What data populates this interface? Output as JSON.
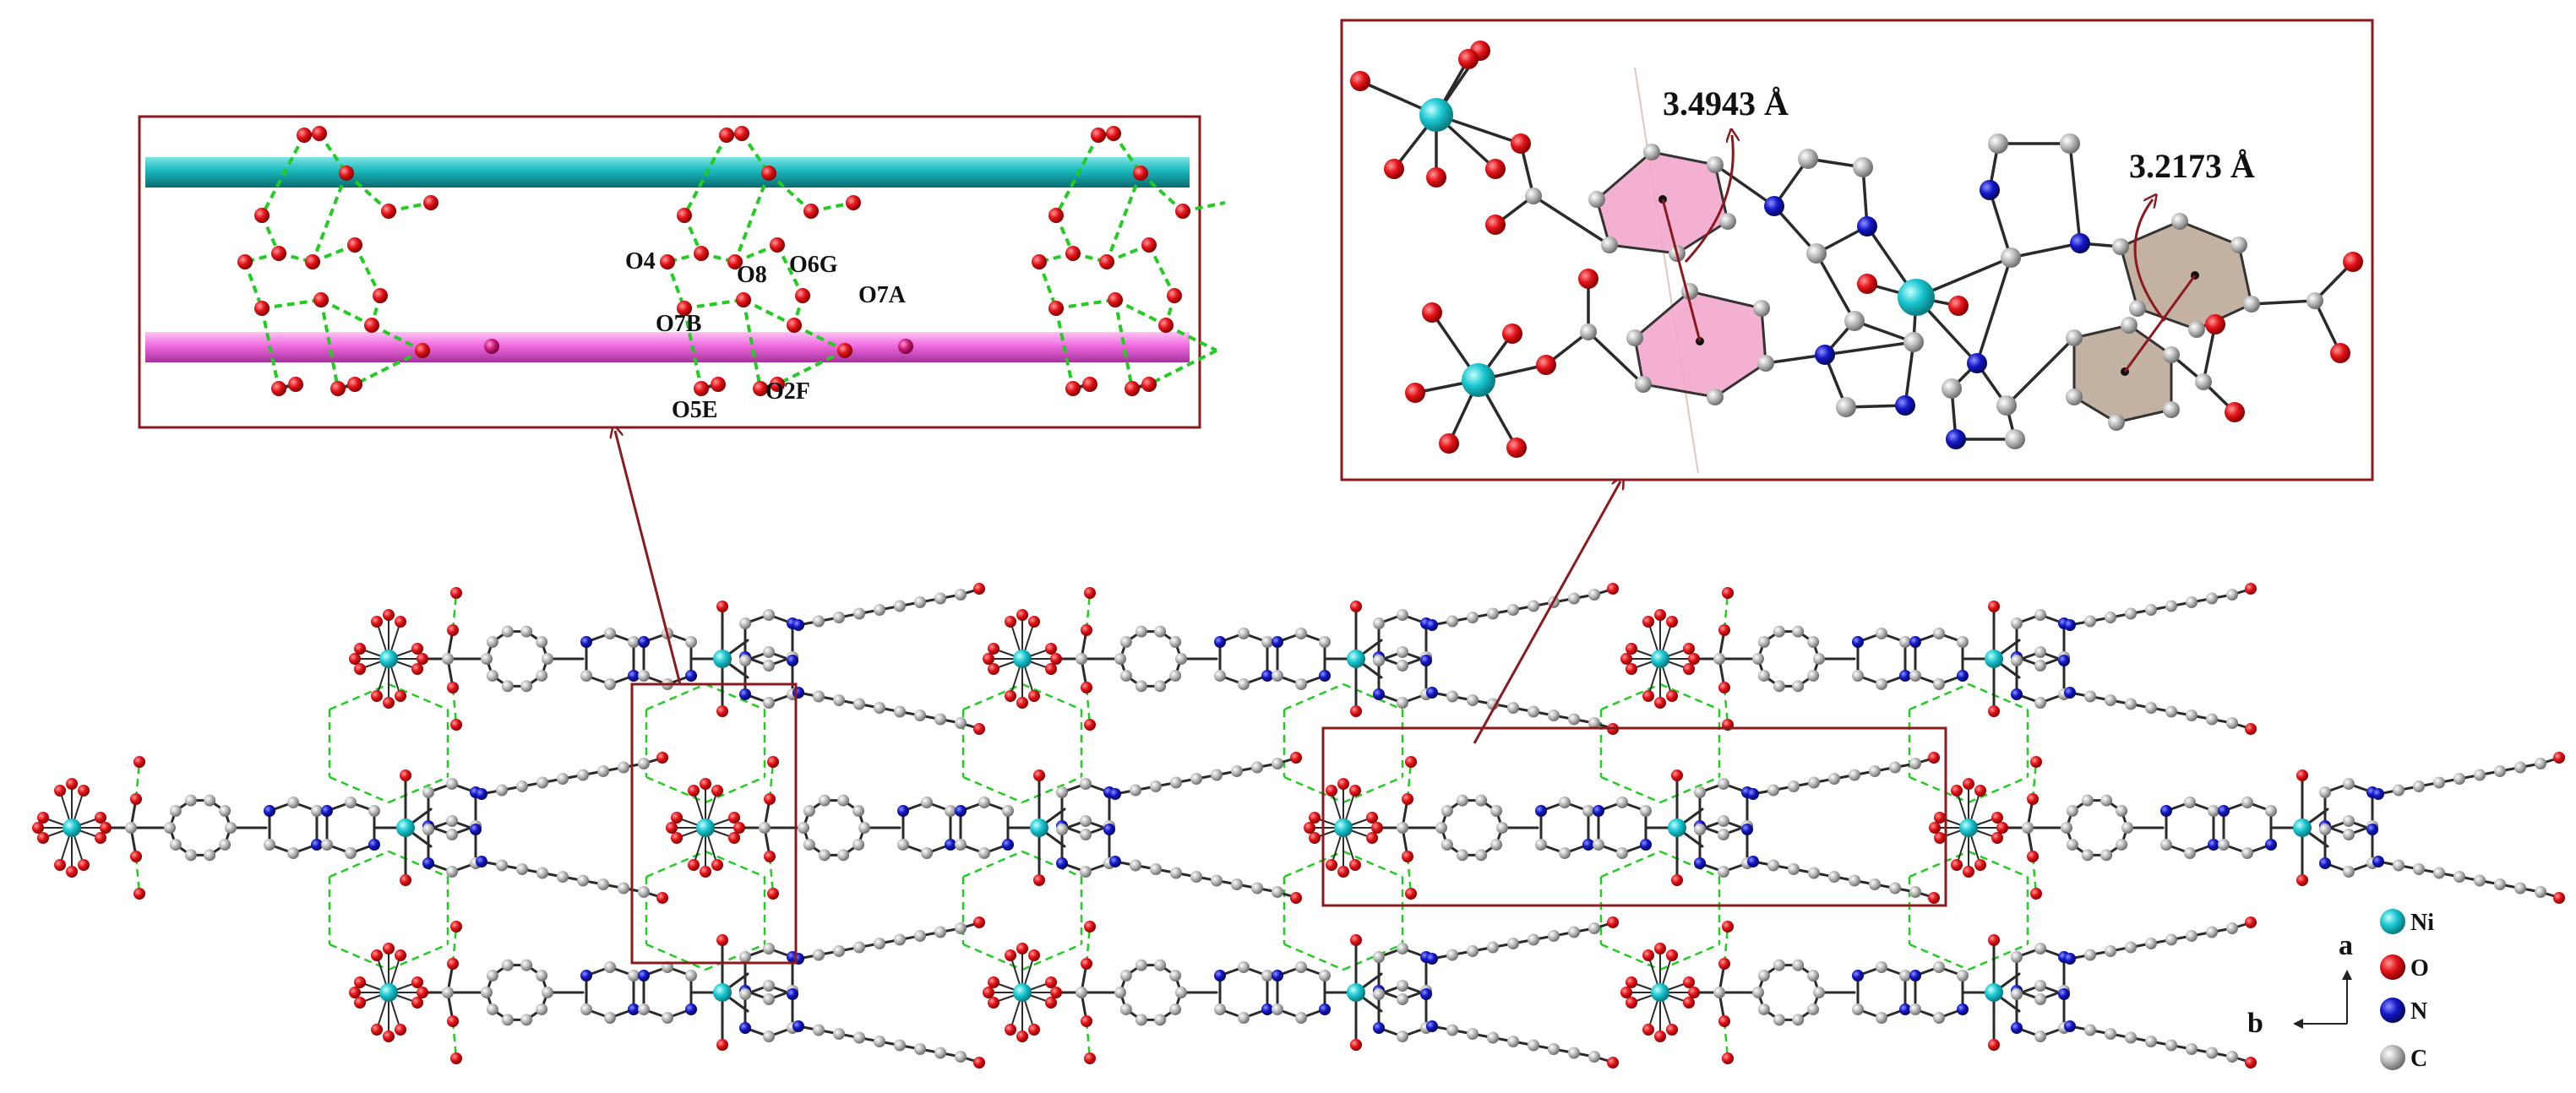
{
  "inset_left": {
    "atom_labels": [
      "O4",
      "O8",
      "O6G",
      "O7B",
      "O7A",
      "O5E",
      "O2F"
    ]
  },
  "inset_right": {
    "distance_1": "3.4943 Å",
    "distance_2": "3.2173 Å"
  },
  "legend": {
    "items": [
      {
        "label": "Ni",
        "color": "#19c7d0"
      },
      {
        "label": "O",
        "color": "#e4151b"
      },
      {
        "label": "N",
        "color": "#1418c8"
      },
      {
        "label": "C",
        "color": "#b4b4b4"
      }
    ]
  },
  "axes": {
    "a": "a",
    "b": "b"
  },
  "colors": {
    "frame": "#8b1a1f",
    "hbond": "#22cc22",
    "rod_cyan": "#19b9bd",
    "rod_pink": "#f06be0",
    "ring_pink": "#f2a7cc",
    "ring_brown": "#bda998"
  }
}
